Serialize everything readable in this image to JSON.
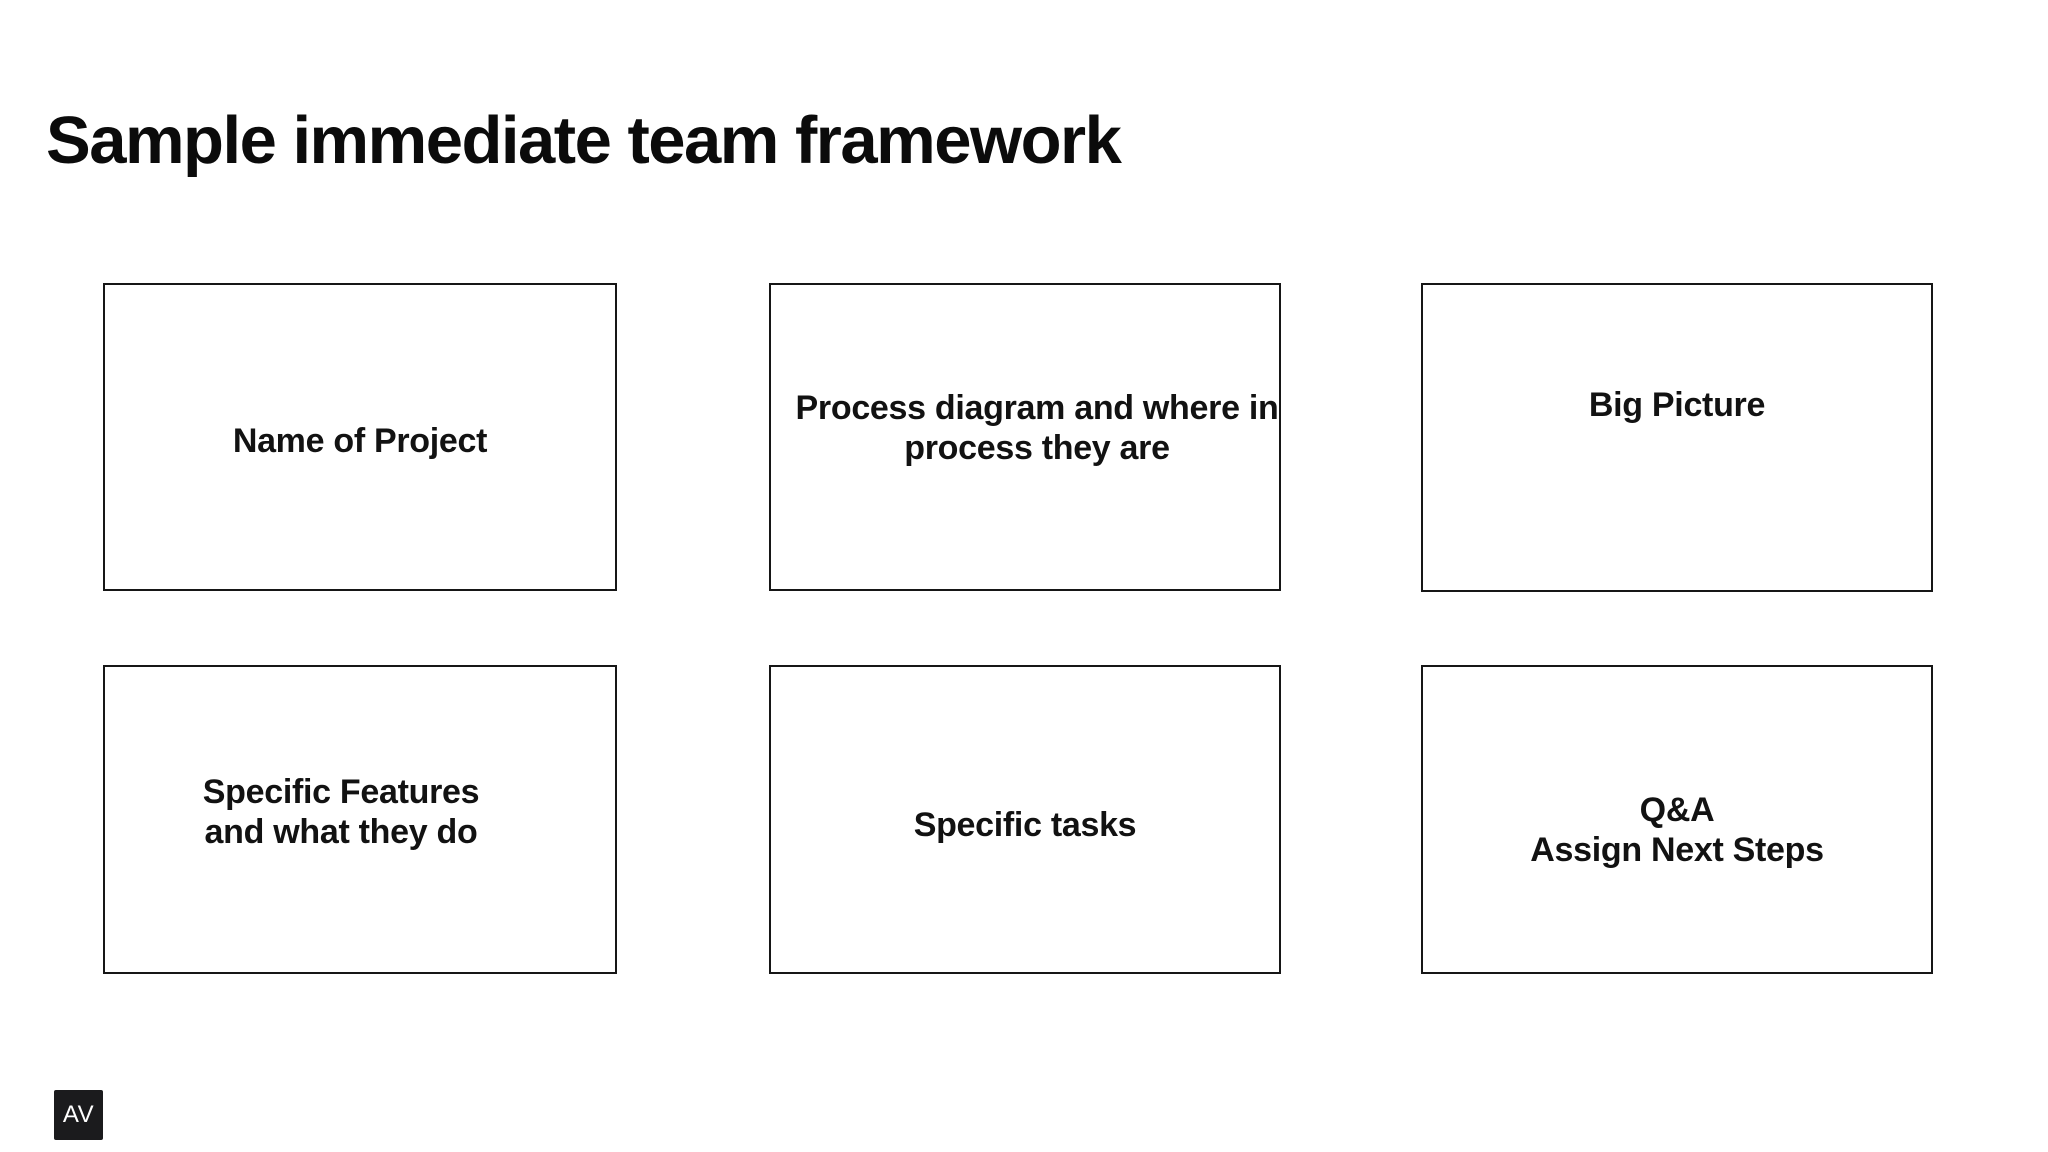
{
  "slide": {
    "title": "Sample immediate team framework",
    "background": "#ffffff",
    "text_color": "#121212",
    "border_color": "#161616"
  },
  "boxes": [
    {
      "name": "name-of-project",
      "lines": [
        "Name of Project"
      ]
    },
    {
      "name": "process-diagram",
      "lines": [
        "Process diagram and where in",
        "process they are"
      ]
    },
    {
      "name": "big-picture",
      "lines": [
        "Big Picture"
      ]
    },
    {
      "name": "specific-features",
      "lines": [
        "Specific Features",
        "and what they do"
      ]
    },
    {
      "name": "specific-tasks",
      "lines": [
        "Specific tasks"
      ]
    },
    {
      "name": "qa-next-steps",
      "lines": [
        "Q&A",
        "Assign Next Steps"
      ]
    }
  ],
  "badge": {
    "label": "AV",
    "background": "#1b1b1d",
    "color": "#ffffff"
  }
}
